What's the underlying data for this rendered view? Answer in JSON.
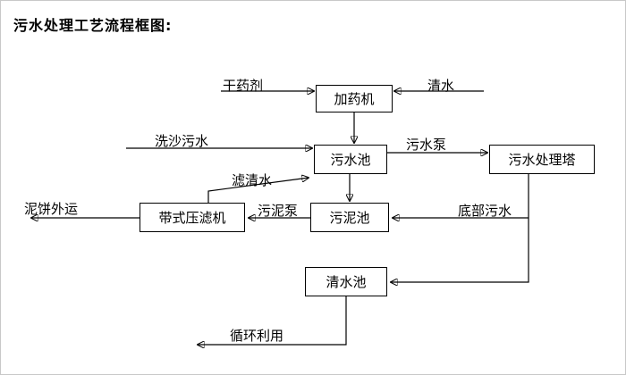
{
  "title": "污水处理工艺流程框图:",
  "nodes": {
    "dosing_machine": "加药机",
    "sewage_pool": "污水池",
    "treatment_tower": "污水处理塔",
    "sludge_pool": "污泥池",
    "belt_filter_press": "带式压滤机",
    "clear_water_pool": "清水池"
  },
  "labels": {
    "dry_agent": "干药剂",
    "clear_water_in": "清水",
    "sand_washing_sewage": "洗沙污水",
    "sewage_pump": "污水泵",
    "filtered_water": "滤清水",
    "sludge_pump": "污泥泵",
    "bottom_sewage": "底部污水",
    "mud_cake_out": "泥饼外运",
    "recycle_use": "循环利用"
  },
  "edges": [
    {
      "from": "干药剂",
      "to": "加药机"
    },
    {
      "from": "清水",
      "to": "加药机"
    },
    {
      "from": "加药机",
      "to": "污水池"
    },
    {
      "from": "洗沙污水",
      "to": "污水池"
    },
    {
      "from": "污水池",
      "to": "污水处理塔",
      "via": "污水泵"
    },
    {
      "from": "污水池",
      "to": "污泥池"
    },
    {
      "from": "污水处理塔",
      "to": "污泥池",
      "via": "底部污水"
    },
    {
      "from": "污泥池",
      "to": "带式压滤机",
      "via": "污泥泵"
    },
    {
      "from": "带式压滤机",
      "to": "污水池",
      "via": "滤清水"
    },
    {
      "from": "带式压滤机",
      "to": "泥饼外运"
    },
    {
      "from": "污水处理塔",
      "to": "清水池"
    },
    {
      "from": "清水池",
      "to": "循环利用"
    }
  ]
}
